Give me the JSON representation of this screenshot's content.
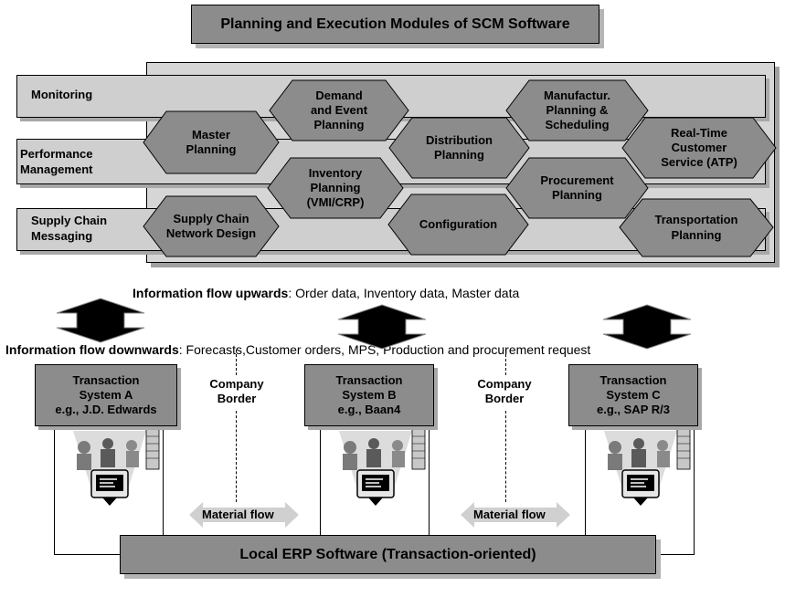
{
  "title": "Planning and Execution Modules of SCM Software",
  "bands": {
    "monitoring": "Monitoring",
    "performance": "Performance\nManagement",
    "messaging": "Supply Chain\nMessaging"
  },
  "modules": {
    "demand": "Demand\nand Event\nPlanning",
    "manufacturing": "Manufactur.\nPlanning &\nScheduling",
    "master": "Master\nPlanning",
    "distribution": "Distribution\nPlanning",
    "realtime": "Real-Time\nCustomer\nService (ATP)",
    "inventory": "Inventory\nPlanning\n(VMI/CRP)",
    "procurement": "Procurement\nPlanning",
    "network": "Supply Chain\nNetwork Design",
    "configuration": "Configuration",
    "transportation": "Transportation\nPlanning"
  },
  "flows": {
    "upwards_label": "Information flow upwards",
    "upwards_text": ": Order data, Inventory data, Master data",
    "downwards_label": "Information flow downwards",
    "downwards_text": ": Forecasts,Customer orders, MPS, Production and procurement request"
  },
  "systems": {
    "a": "Transaction\nSystem A\ne.g., J.D. Edwards",
    "b": "Transaction\nSystem B\ne.g., Baan4",
    "c": "Transaction\nSystem C\ne.g., SAP R/3"
  },
  "company_border": "Company\nBorder",
  "material_flow": "Material flow",
  "erp": "Local ERP Software (Transaction-oriented)"
}
